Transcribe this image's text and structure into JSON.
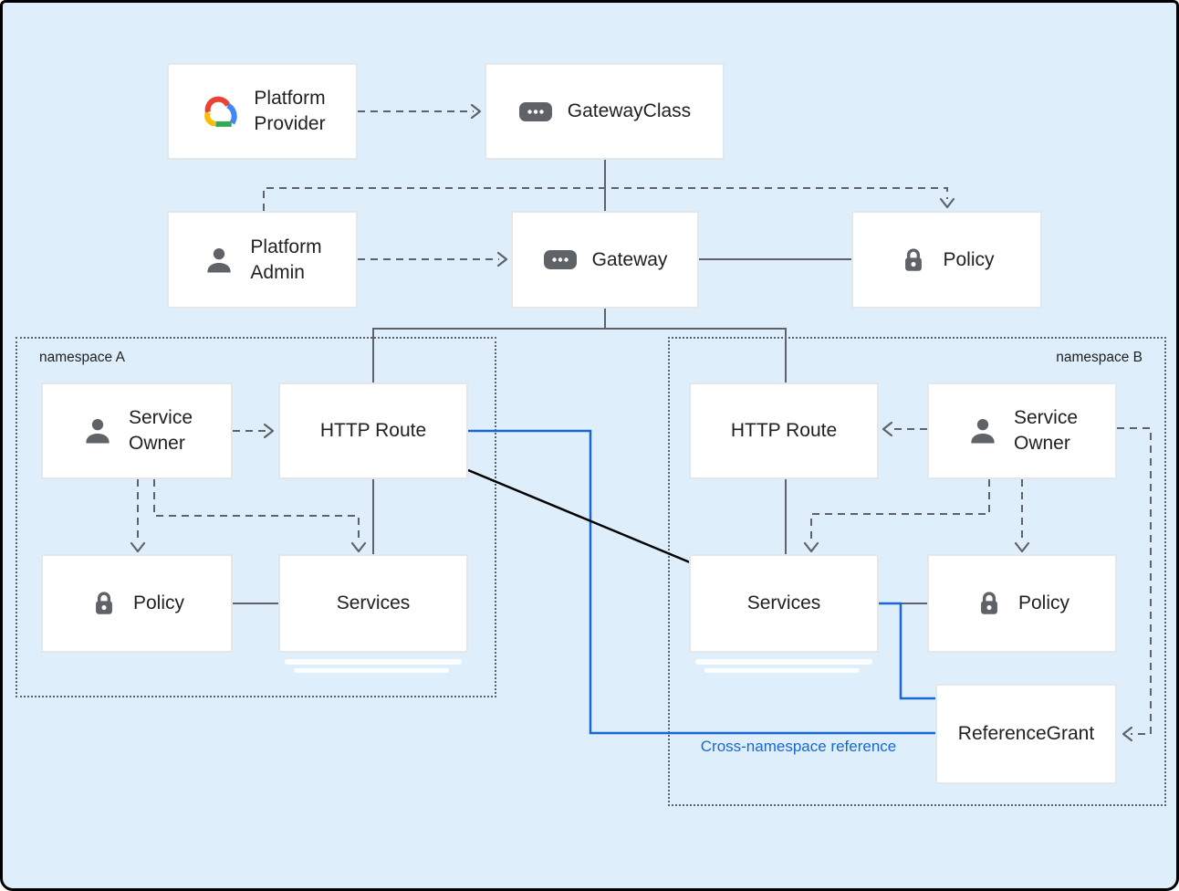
{
  "diagram": {
    "type": "architecture-diagram",
    "namespaces": [
      {
        "id": "namespace-a",
        "label": "namespace A"
      },
      {
        "id": "namespace-b",
        "label": "namespace B"
      }
    ],
    "nodes": [
      {
        "id": "platform-provider",
        "label": "Platform Provider",
        "icon": "google-cloud-logo"
      },
      {
        "id": "gateway-class",
        "label": "GatewayClass",
        "icon": "resource-chip-icon"
      },
      {
        "id": "platform-admin",
        "label": "Platform Admin",
        "icon": "person-icon"
      },
      {
        "id": "gateway",
        "label": "Gateway",
        "icon": "resource-chip-icon"
      },
      {
        "id": "policy-root",
        "label": "Policy",
        "icon": "lock-icon"
      },
      {
        "id": "service-owner-a",
        "label": "Service Owner",
        "icon": "person-icon"
      },
      {
        "id": "http-route-a",
        "label": "HTTP Route",
        "icon": null
      },
      {
        "id": "policy-a",
        "label": "Policy",
        "icon": "lock-icon"
      },
      {
        "id": "services-a",
        "label": "Services",
        "icon": null
      },
      {
        "id": "http-route-b",
        "label": "HTTP Route",
        "icon": null
      },
      {
        "id": "service-owner-b",
        "label": "Service Owner",
        "icon": "person-icon"
      },
      {
        "id": "services-b",
        "label": "Services",
        "icon": null
      },
      {
        "id": "policy-b",
        "label": "Policy",
        "icon": "lock-icon"
      },
      {
        "id": "reference-grant",
        "label": "ReferenceGrant",
        "icon": null
      }
    ],
    "annotations": {
      "cross_namespace_reference": "Cross-namespace reference"
    },
    "colors": {
      "background": "#deeffb",
      "box_fill": "#ffffff",
      "box_border": "#e4e7ea",
      "connector_gray": "#5f6368",
      "accent_blue": "#1967d2",
      "cross_ref_black": "#000000",
      "text": "#202124",
      "gcp_red": "#ea4335",
      "gcp_blue": "#4285f4",
      "gcp_yellow": "#fbbc04",
      "gcp_green": "#34a853"
    }
  }
}
